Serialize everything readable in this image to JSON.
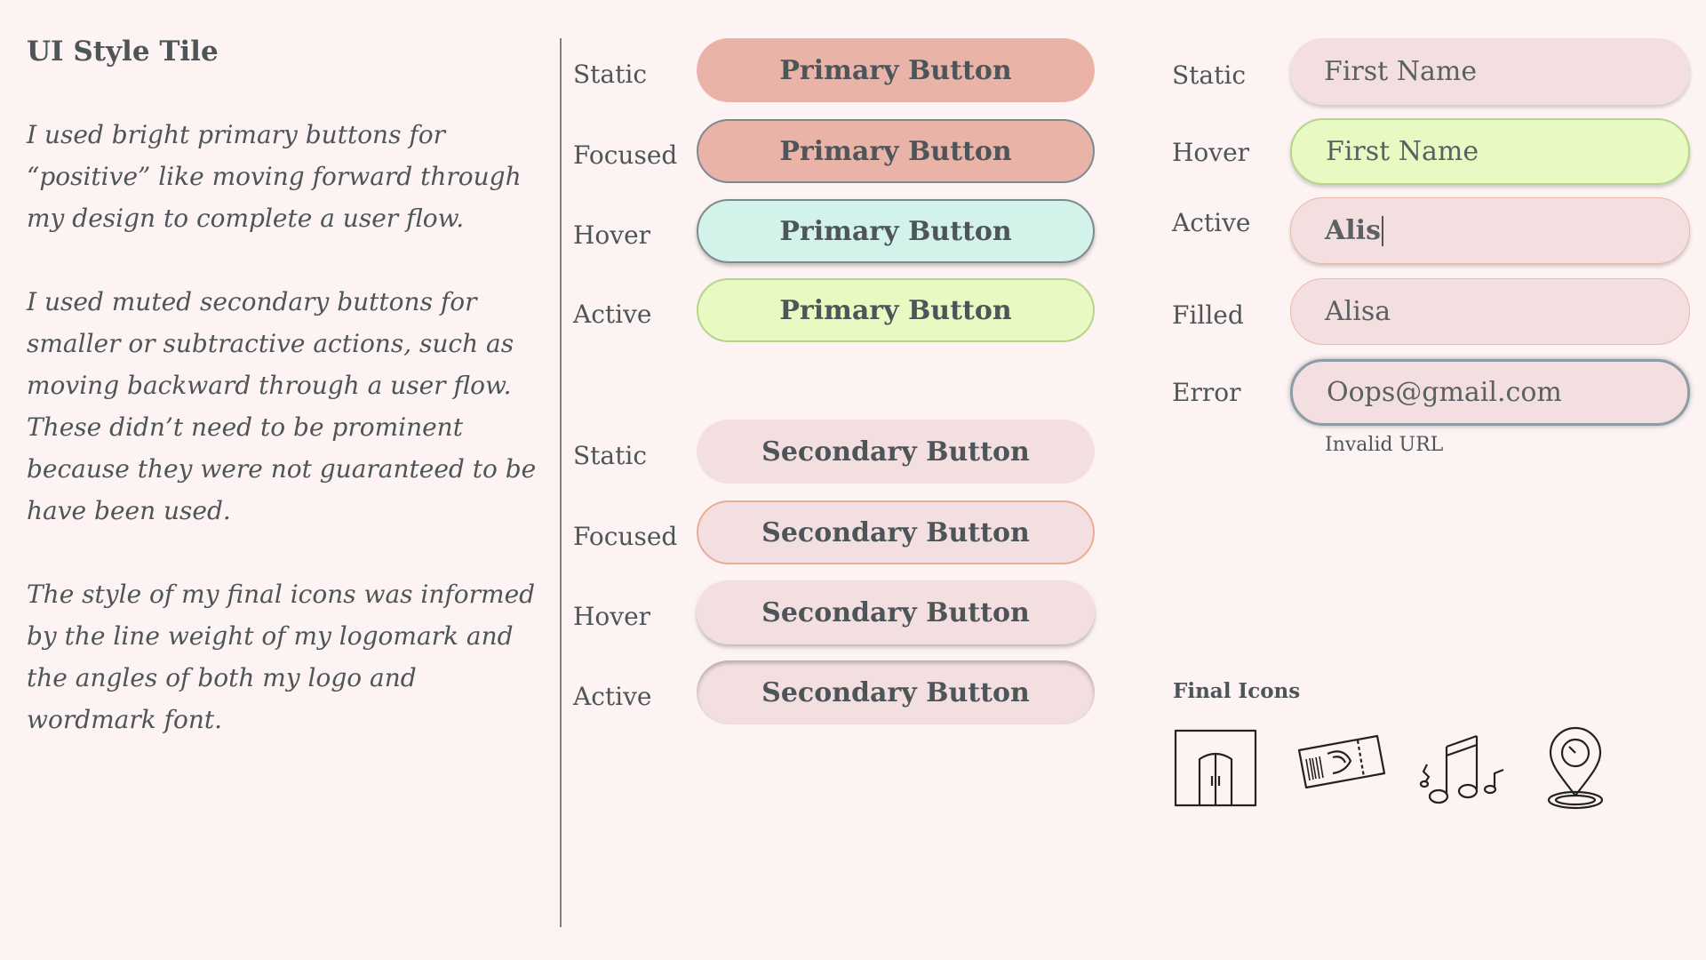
{
  "tile": {
    "title": "UI Style Tile",
    "paragraphs": [
      "I used bright primary buttons for “positive” like moving forward through my design to complete a user flow.",
      "I used muted secondary buttons for smaller or subtractive actions, such as moving backward through a user flow. These didn’t need to be prominent because they were not guaranteed to be have been used.",
      "The style of my final icons was informed by the line weight of my logomark and the angles of both my logo and wordmark font."
    ]
  },
  "primary_buttons": [
    {
      "state": "Static",
      "label": "Primary Button"
    },
    {
      "state": "Focused",
      "label": "Primary Button"
    },
    {
      "state": "Hover",
      "label": "Primary Button"
    },
    {
      "state": "Active",
      "label": "Primary Button"
    }
  ],
  "secondary_buttons": [
    {
      "state": "Static",
      "label": "Secondary Button"
    },
    {
      "state": "Focused",
      "label": "Secondary Button"
    },
    {
      "state": "Hover",
      "label": "Secondary Button"
    },
    {
      "state": "Active",
      "label": "Secondary Button"
    }
  ],
  "inputs": [
    {
      "state": "Static",
      "value": "First Name"
    },
    {
      "state": "Hover",
      "value": "First Name"
    },
    {
      "state": "Active",
      "value": "Alis"
    },
    {
      "state": "Filled",
      "value": "Alisa"
    },
    {
      "state": "Error",
      "value": "Oops@gmail.com"
    }
  ],
  "error_message": "Invalid URL",
  "icons": {
    "title": "Final Icons",
    "items": [
      "door-icon",
      "ticket-icon",
      "music-notes-icon",
      "location-pin-icon"
    ]
  },
  "colors": {
    "background": "#fdf3f3",
    "primary": "#eab3a8",
    "primary_hover": "#d3f3ea",
    "primary_active": "#e8f9c1",
    "secondary": "#f3dfe0",
    "text": "#4e5559"
  }
}
